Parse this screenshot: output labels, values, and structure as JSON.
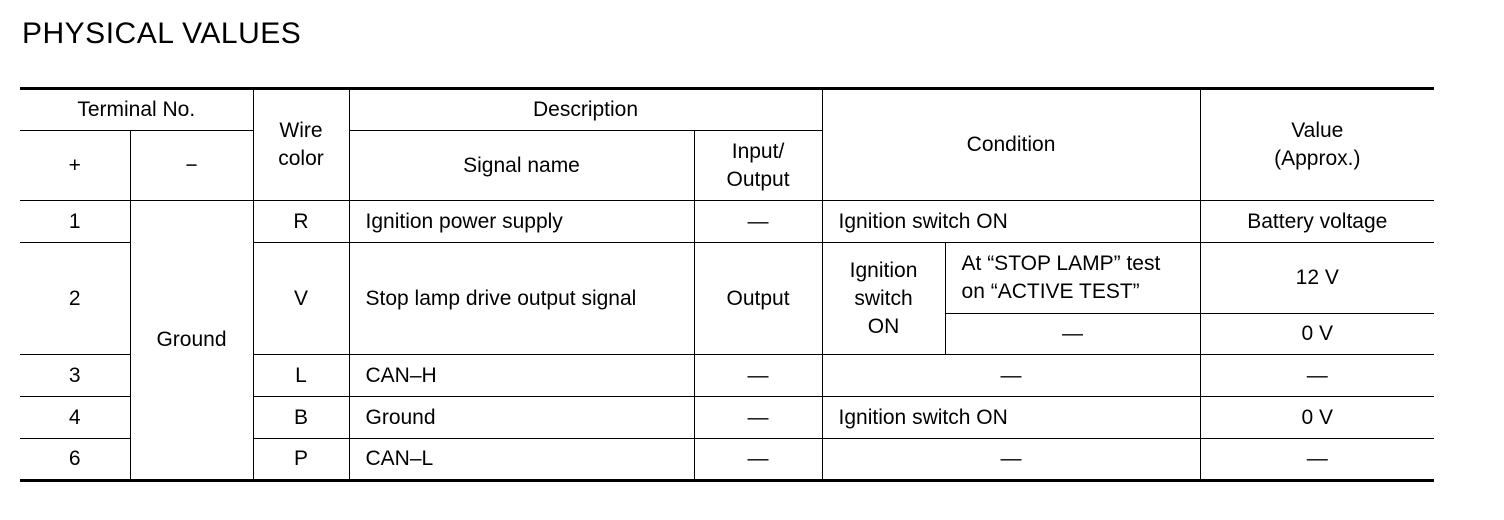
{
  "document": {
    "title": "PHYSICAL VALUES"
  },
  "table": {
    "headers": {
      "terminal_no": "Terminal No.",
      "plus": "+",
      "minus": "−",
      "wire_color": "Wire\ncolor",
      "description": "Description",
      "signal_name": "Signal name",
      "input_output": "Input/\nOutput",
      "condition": "Condition",
      "value": "Value\n(Approx.)"
    },
    "ground_terminal": "Ground",
    "rows": [
      {
        "terminal": "1",
        "wire_color": "R",
        "signal_name": "Ignition power supply",
        "input_output": "—",
        "condition": "Ignition switch ON",
        "value": "Battery voltage"
      },
      {
        "terminal": "2",
        "wire_color": "V",
        "signal_name": "Stop lamp drive output signal",
        "input_output": "Output",
        "condition_main": "Ignition\nswitch\nON",
        "sub_conditions": [
          {
            "condition": "At “STOP LAMP” test\non “ACTIVE TEST”",
            "value": "12 V"
          },
          {
            "condition": "—",
            "value": "0 V"
          }
        ]
      },
      {
        "terminal": "3",
        "wire_color": "L",
        "signal_name": "CAN–H",
        "input_output": "—",
        "condition": "—",
        "value": "—"
      },
      {
        "terminal": "4",
        "wire_color": "B",
        "signal_name": "Ground",
        "input_output": "—",
        "condition": "Ignition switch ON",
        "value": "0 V"
      },
      {
        "terminal": "6",
        "wire_color": "P",
        "signal_name": "CAN–L",
        "input_output": "—",
        "condition": "—",
        "value": "—"
      }
    ]
  }
}
